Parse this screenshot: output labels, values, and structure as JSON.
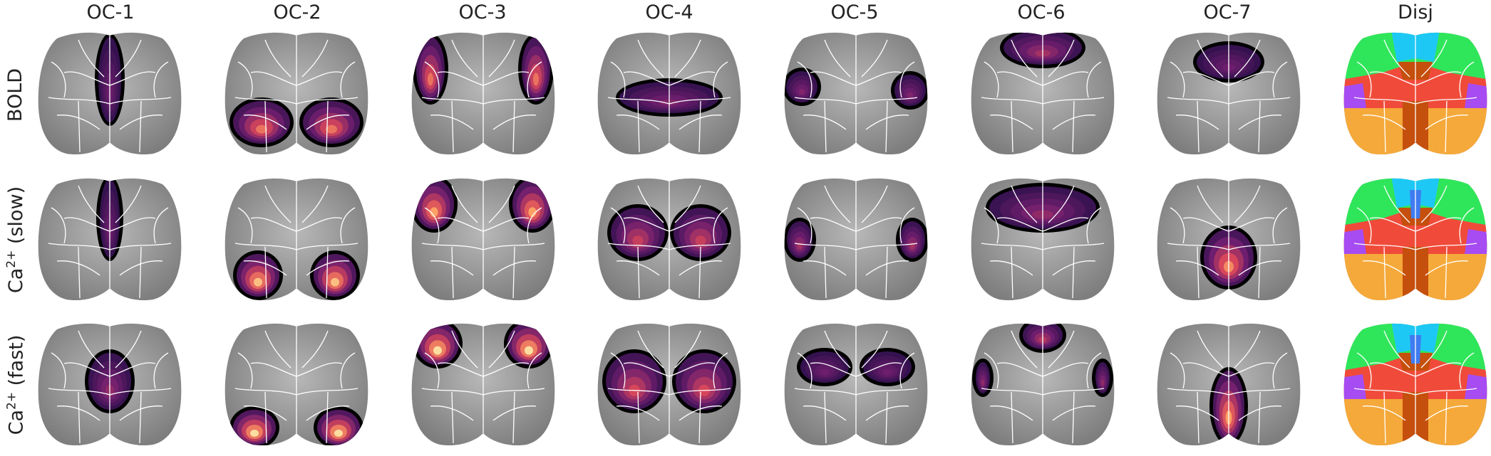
{
  "columns": [
    "OC-1",
    "OC-2",
    "OC-3",
    "OC-4",
    "OC-5",
    "OC-6",
    "OC-7",
    "Disj"
  ],
  "rows": [
    {
      "base": "BOLD",
      "sup": "",
      "suffix": ""
    },
    {
      "base": "Ca",
      "sup": "2+",
      "suffix": " (slow)"
    },
    {
      "base": "Ca",
      "sup": "2+",
      "suffix": " (fast)"
    }
  ],
  "colors": {
    "background": "#ffffff",
    "cortex": "#9a9a9a",
    "region_border": "#ffffff",
    "cluster_outline": "#000000",
    "magma_low": "#1b0c41",
    "magma_mid": "#b5367a",
    "magma_high": "#fcfdbf",
    "disjoint_palette": [
      "#2fe65a",
      "#1ec8f5",
      "#c54f0c",
      "#a64cf2",
      "#f04b3a",
      "#f5a93a",
      "#3f7cf0"
    ]
  }
}
